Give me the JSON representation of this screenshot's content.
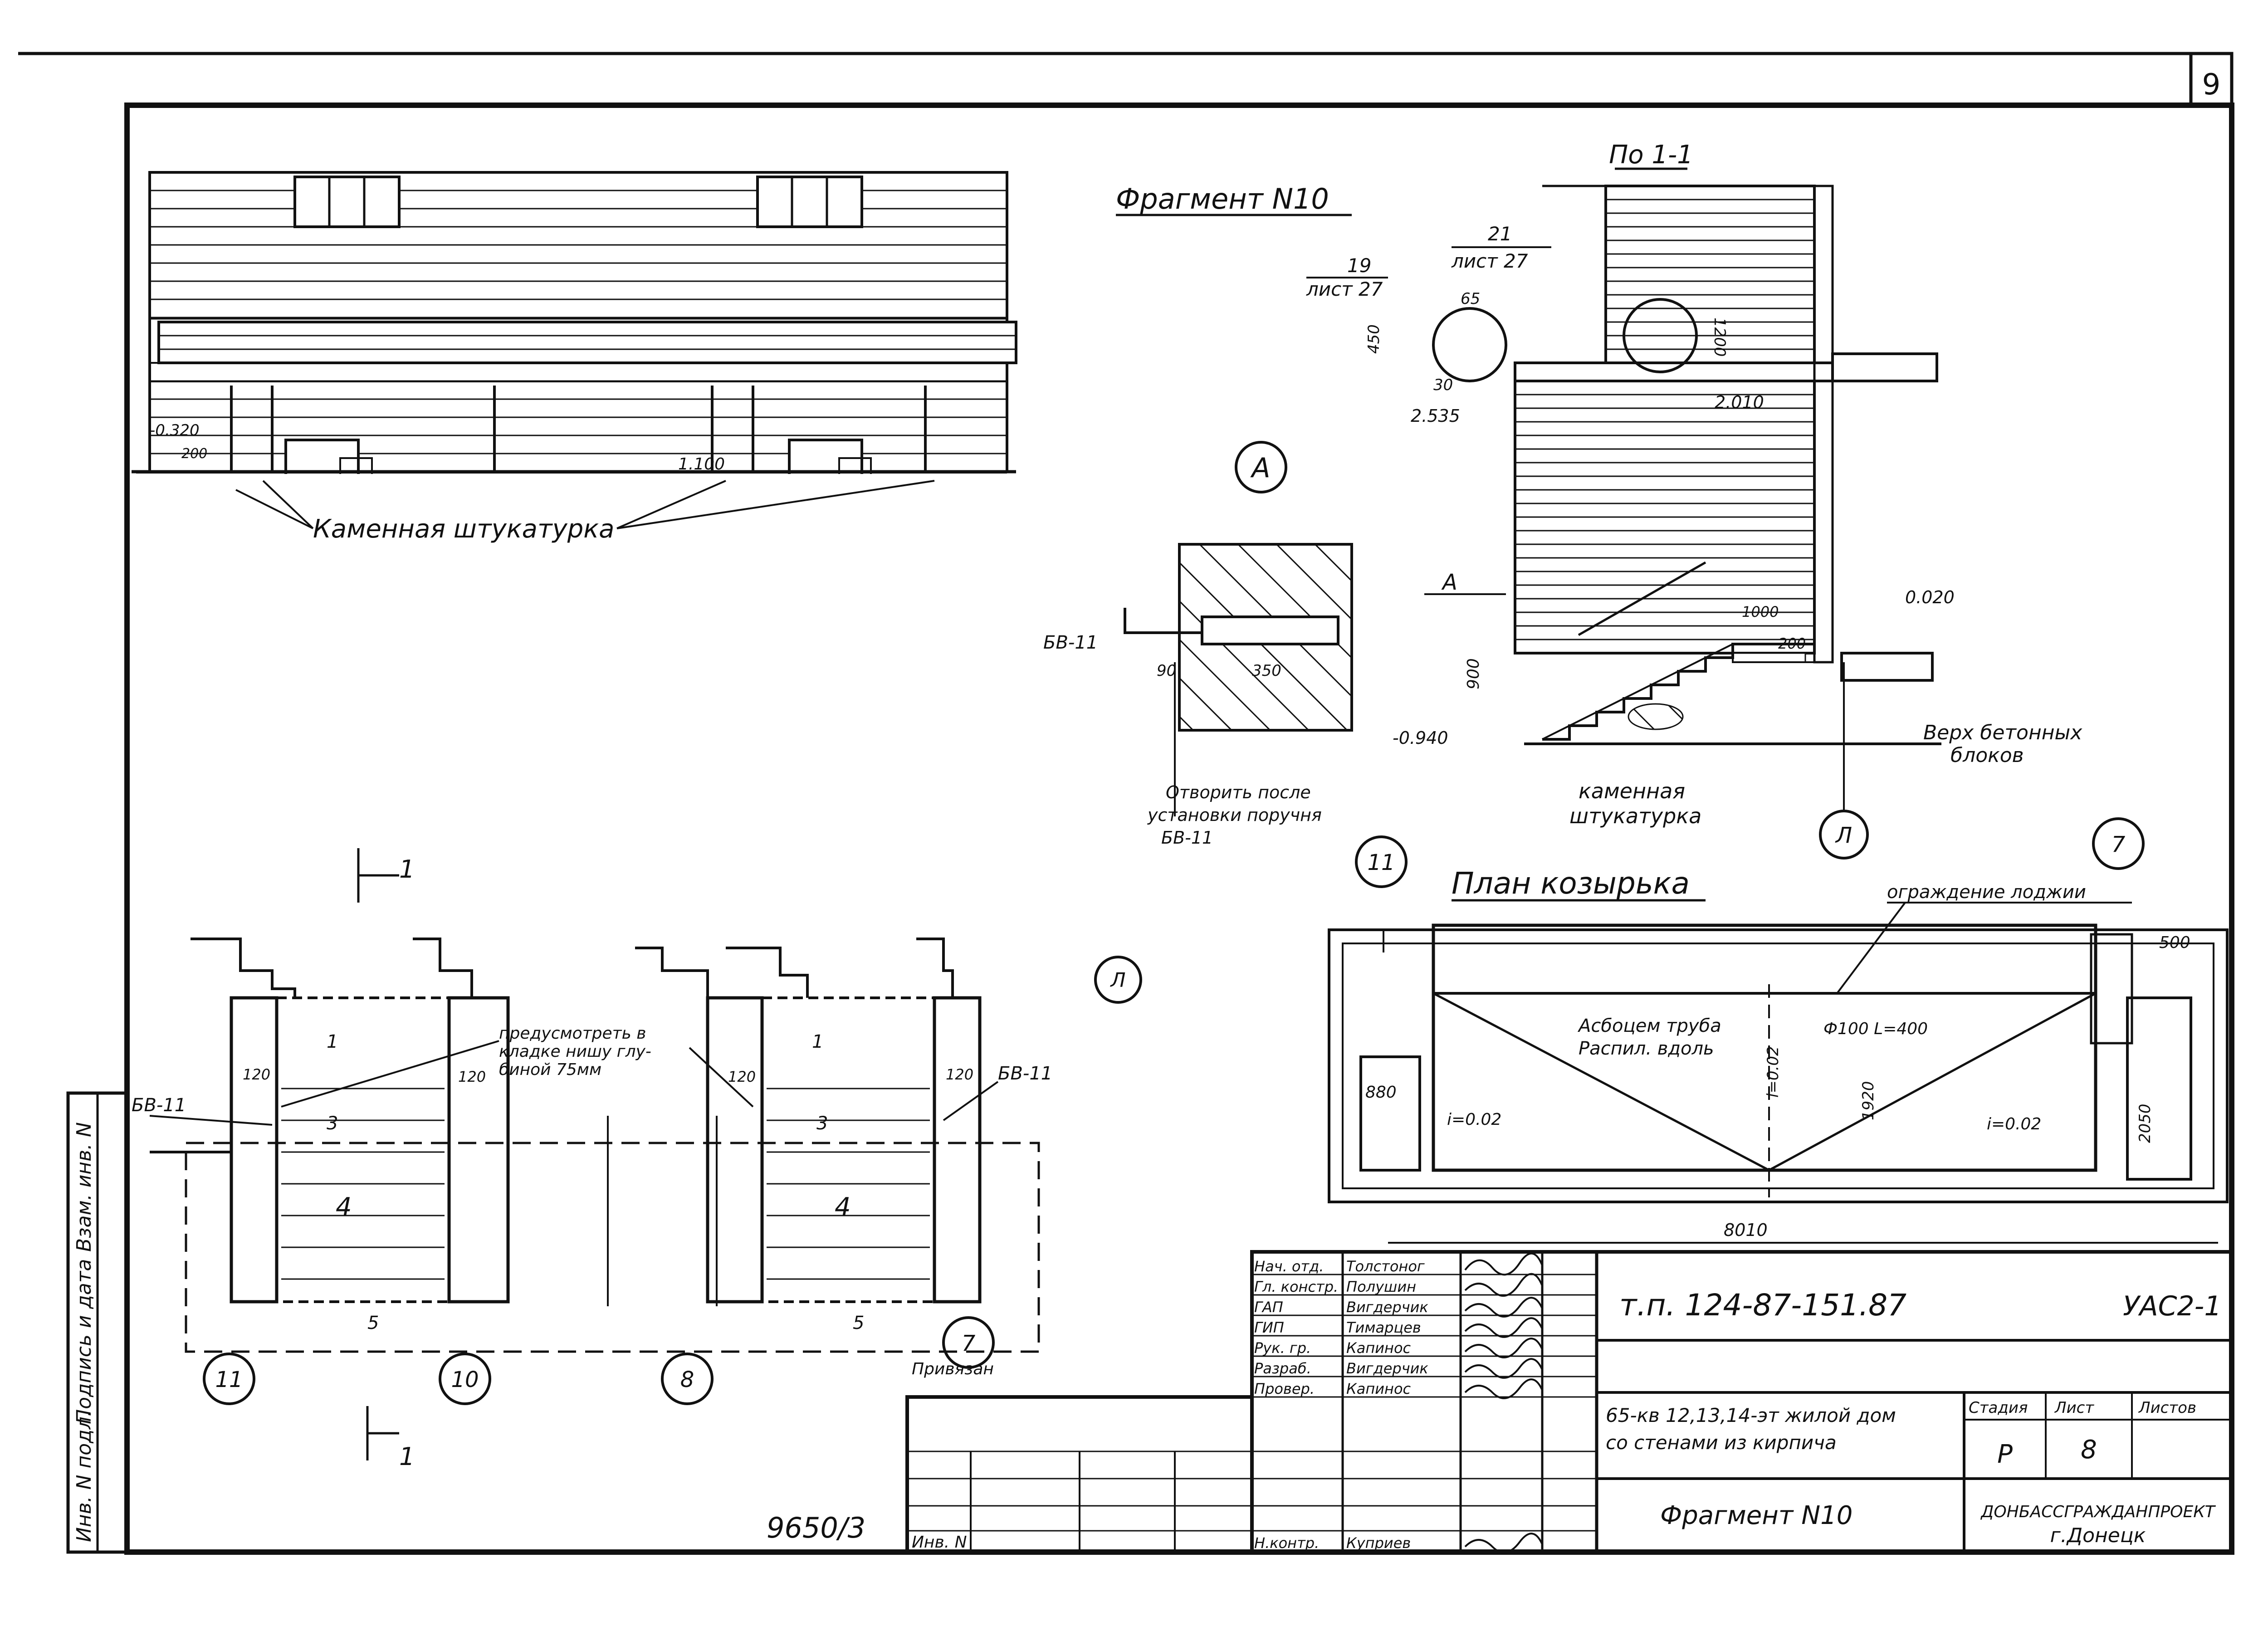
{
  "sheet": {
    "number": "9",
    "archive_number": "9650/3",
    "side_stamp": [
      "Инв. N подл.",
      "Подпись и дата",
      "Взам. инв. N"
    ]
  },
  "facade": {
    "title": "Фрагмент N10",
    "level_minus": "-0.320",
    "offset_200": "200",
    "level_top": "1.100",
    "note": "Каменная штукатурка"
  },
  "detail_a": {
    "marker": "A",
    "element": "БВ-11",
    "dim_90": "90",
    "dim_350": "350",
    "note_lines": [
      "Отворить после",
      "установки поручня",
      "БВ-11"
    ]
  },
  "section": {
    "title": "По 1-1",
    "ref1": {
      "num": "19",
      "sheet": "лист 27"
    },
    "ref2": {
      "num": "21",
      "sheet": "лист 27"
    },
    "dim_450": "450",
    "dim_65": "65",
    "dim_30": "30",
    "dim_1200": "1200",
    "level_2535": "2.535",
    "level_2010": "2.010",
    "marker_a": "A",
    "dim_900": "900",
    "dim_1000": "1000",
    "dim_200": "200",
    "level_0020": "0.020",
    "level_0940": "-0.940",
    "note_blocks": [
      "Верх бетонных",
      "блоков"
    ],
    "note_plaster": [
      "каменная",
      "штукатурка"
    ],
    "axis": "Л"
  },
  "plan": {
    "section_mark": "1",
    "axes": [
      "11",
      "10",
      "8",
      "7",
      "Л"
    ],
    "note_niche": [
      "предусмотреть в",
      "кладке нишу глу-",
      "биной 75мм"
    ],
    "dim_120": "120",
    "element": "БВ-11",
    "flight_marks": [
      "1",
      "3",
      "4",
      "5"
    ]
  },
  "canopy": {
    "title": "План козырька",
    "axis_left": "11",
    "axis_right": "7",
    "railing_note": "ограждение лоджии",
    "pipe_note": [
      "Асбоцем труба",
      "Распил. вдоль"
    ],
    "pipe_spec": "Ф100 L=400",
    "slope": "i=0.02",
    "dim_500": "500",
    "dim_880": "880",
    "dim_1920": "1920",
    "dim_2050": "2050",
    "dim_8010": "8010"
  },
  "title_block": {
    "signatures": [
      {
        "role": "Нач. отд.",
        "name": "Толстоног"
      },
      {
        "role": "Гл. констр.",
        "name": "Полушин"
      },
      {
        "role": "ГАП",
        "name": "Вигдерчик"
      },
      {
        "role": "ГИП",
        "name": "Тимарцев"
      },
      {
        "role": "Рук. гр.",
        "name": "Капинос"
      },
      {
        "role": "Разраб.",
        "name": "Вигдерчик"
      },
      {
        "role": "Провер.",
        "name": "Капинос"
      }
    ],
    "norm_control": {
      "role": "Н.контр.",
      "name": "Куприев"
    },
    "bound_label": "Привязан",
    "inv_label": "Инв. N",
    "code": "т.п. 124-87-151.87",
    "album": "УАС2-1",
    "project_lines": [
      "65-кв 12,13,14-эт жилой дом",
      "со стенами из кирпича"
    ],
    "drawing_name": "Фрагмент N10",
    "stage_label": "Стадия",
    "sheet_label": "Лист",
    "sheets_label": "Листов",
    "stage": "Р",
    "sheet": "8",
    "org_lines": [
      "ДОНБАССГРАЖДАНПРОЕКТ",
      "г.Донецк"
    ]
  }
}
